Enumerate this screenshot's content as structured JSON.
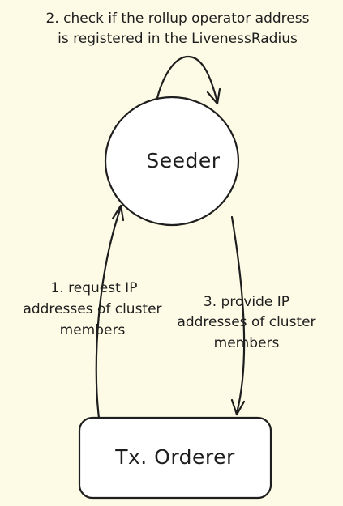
{
  "nodes": {
    "seeder": {
      "label": "Seeder"
    },
    "orderer": {
      "label": "Tx. Orderer"
    }
  },
  "edges": {
    "step1": {
      "lines": [
        "1. request IP",
        "addresses of cluster",
        "members"
      ]
    },
    "step2": {
      "lines": [
        "2. check if the rollup operator address",
        "is registered in the LivenessRadius"
      ]
    },
    "step3": {
      "lines": [
        "3. provide IP",
        "addresses of cluster",
        "members"
      ]
    }
  },
  "colors": {
    "background": "#fdfbe6",
    "stroke": "#1e1e1e",
    "node_fill": "#ffffff"
  }
}
